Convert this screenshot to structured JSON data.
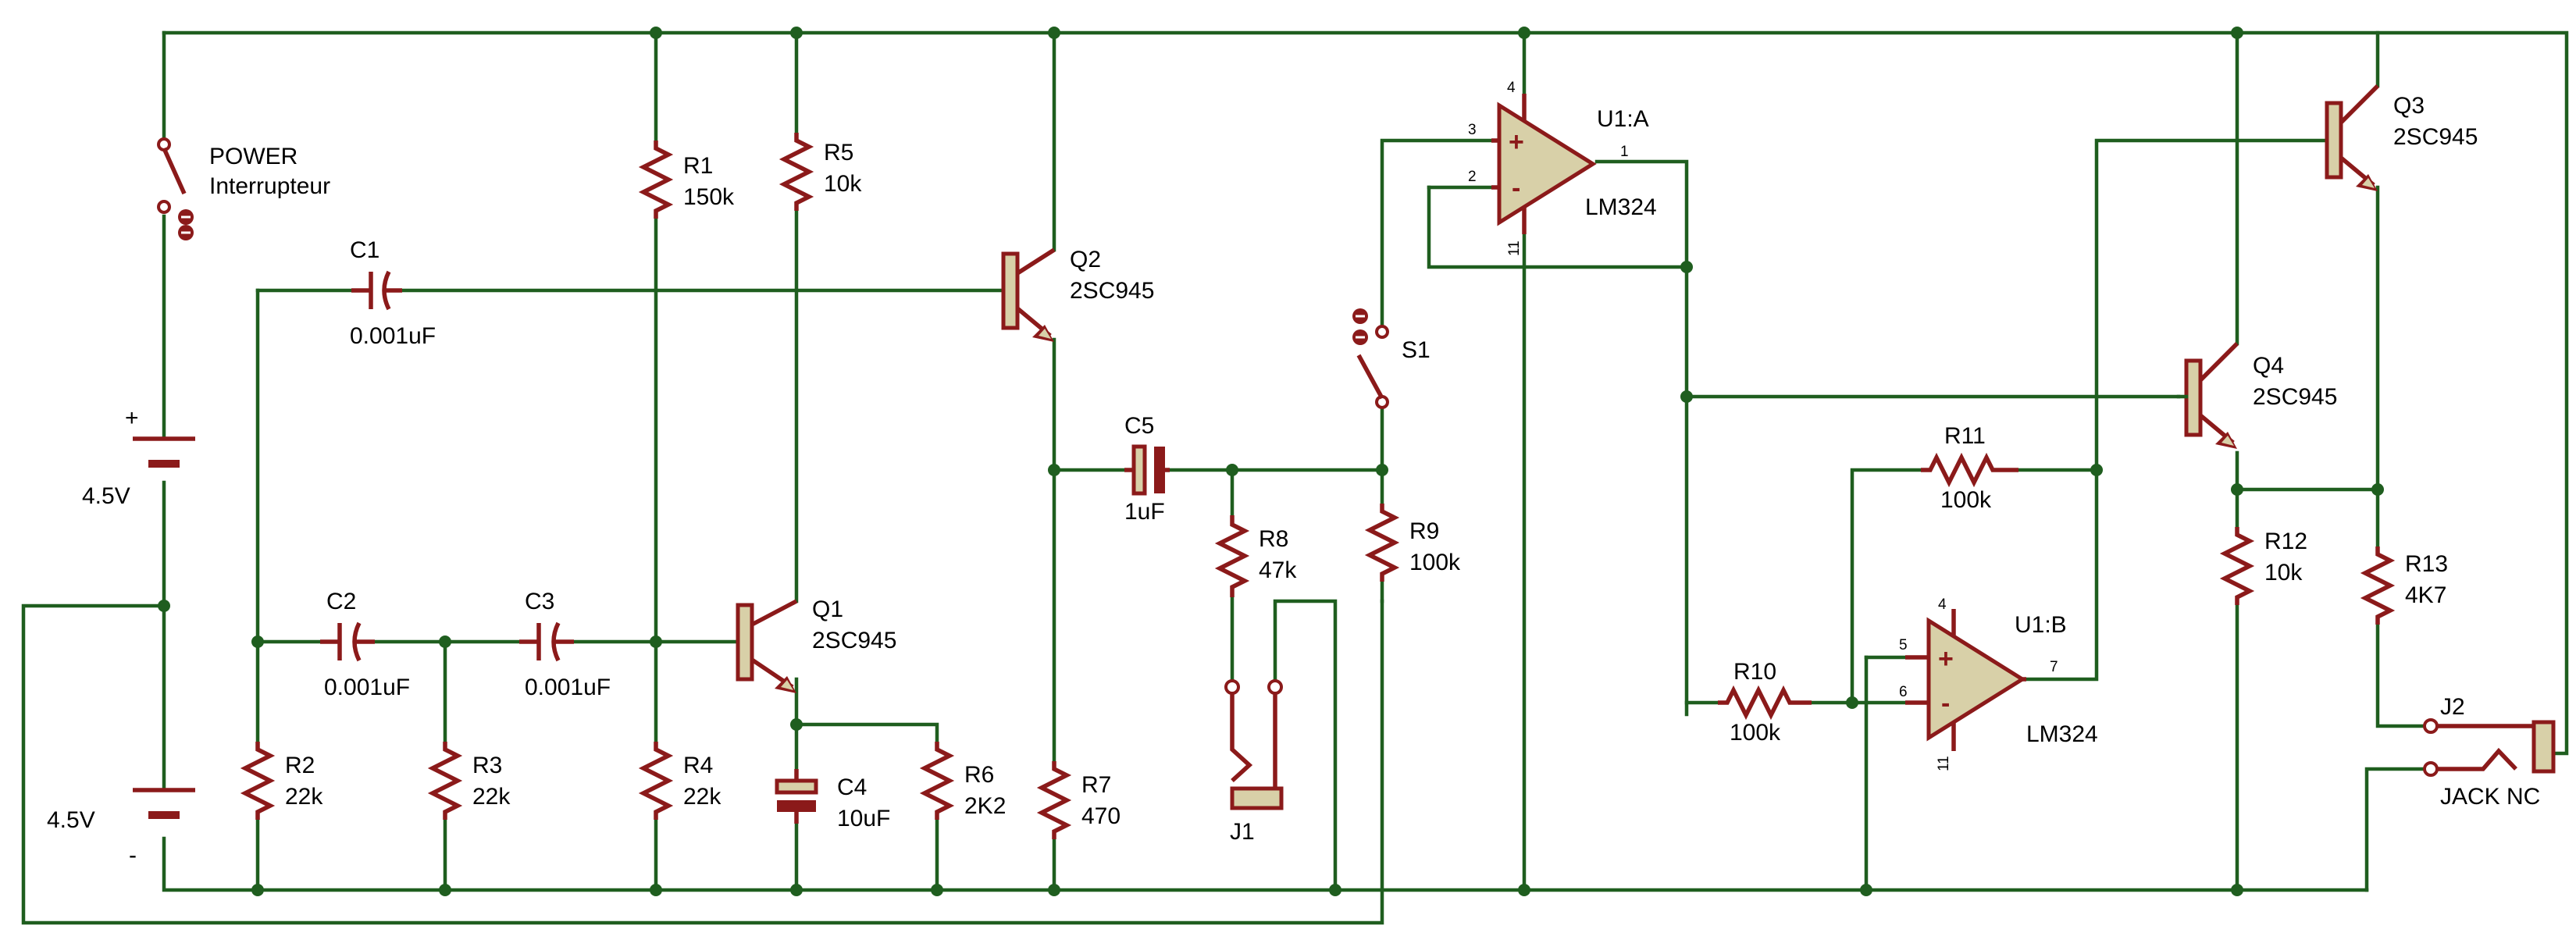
{
  "labels": {
    "power_switch": "POWER",
    "power_switch_desc": "Interrupteur",
    "battery_top_value": "4.5V",
    "battery_bottom_value": "4.5V",
    "plus": "+",
    "minus": "-",
    "c1_ref": "C1",
    "c1_value": "0.001uF",
    "c2_ref": "C2",
    "c2_value": "0.001uF",
    "c3_ref": "C3",
    "c3_value": "0.001uF",
    "c4_ref": "C4",
    "c4_value": "10uF",
    "c5_ref": "C5",
    "c5_value": "1uF",
    "r1_ref": "R1",
    "r1_value": "150k",
    "r2_ref": "R2",
    "r2_value": "22k",
    "r3_ref": "R3",
    "r3_value": "22k",
    "r4_ref": "R4",
    "r4_value": "22k",
    "r5_ref": "R5",
    "r5_value": "10k",
    "r6_ref": "R6",
    "r6_value": "2K2",
    "r7_ref": "R7",
    "r7_value": "470",
    "r8_ref": "R8",
    "r8_value": "47k",
    "r9_ref": "R9",
    "r9_value": "100k",
    "r10_ref": "R10",
    "r10_value": "100k",
    "r11_ref": "R11",
    "r11_value": "100k",
    "r12_ref": "R12",
    "r12_value": "10k",
    "r13_ref": "R13",
    "r13_value": "4K7",
    "q1_ref": "Q1",
    "q1_value": "2SC945",
    "q2_ref": "Q2",
    "q2_value": "2SC945",
    "q3_ref": "Q3",
    "q3_value": "2SC945",
    "q4_ref": "Q4",
    "q4_value": "2SC945",
    "s1_ref": "S1",
    "j1_ref": "J1",
    "j2_ref": "J2",
    "j2_value": "JACK NC",
    "u1a_ref": "U1:A",
    "u1a_value": "LM324",
    "u1b_ref": "U1:B",
    "u1b_value": "LM324",
    "u1a_pin_plus": "3",
    "u1a_pin_minus": "2",
    "u1a_pin_out": "1",
    "u1a_pin_vcc": "4",
    "u1a_pin_gnd": "11",
    "u1b_pin_plus": "5",
    "u1b_pin_minus": "6",
    "u1b_pin_out": "7",
    "u1b_pin_vcc": "4",
    "u1b_pin_gnd": "11"
  },
  "colors": {
    "wire": "#1f5e1f",
    "component": "#8b1a1a",
    "component_fill": "#d8d0a8",
    "background": "#ffffff"
  }
}
